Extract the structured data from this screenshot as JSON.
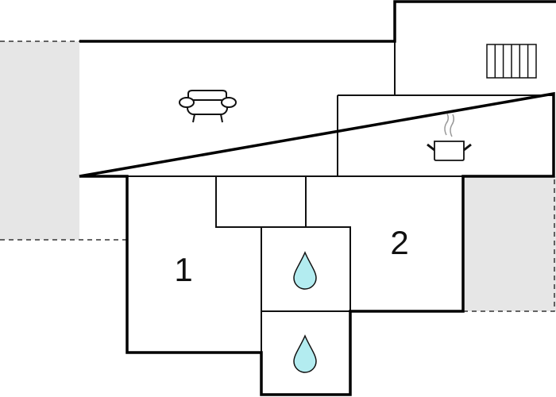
{
  "rooms": [
    {
      "label": "1",
      "type": "bedroom"
    },
    {
      "label": "2",
      "type": "bedroom"
    }
  ],
  "icons": [
    "sofa-icon",
    "cooking-pot-icon",
    "stairs-icon",
    "water-drop-icon",
    "water-drop-icon"
  ],
  "colors": {
    "wall": "#000000",
    "terrace": "#e6e6e6",
    "water": "#b3ecf0",
    "steam": "#999999"
  }
}
